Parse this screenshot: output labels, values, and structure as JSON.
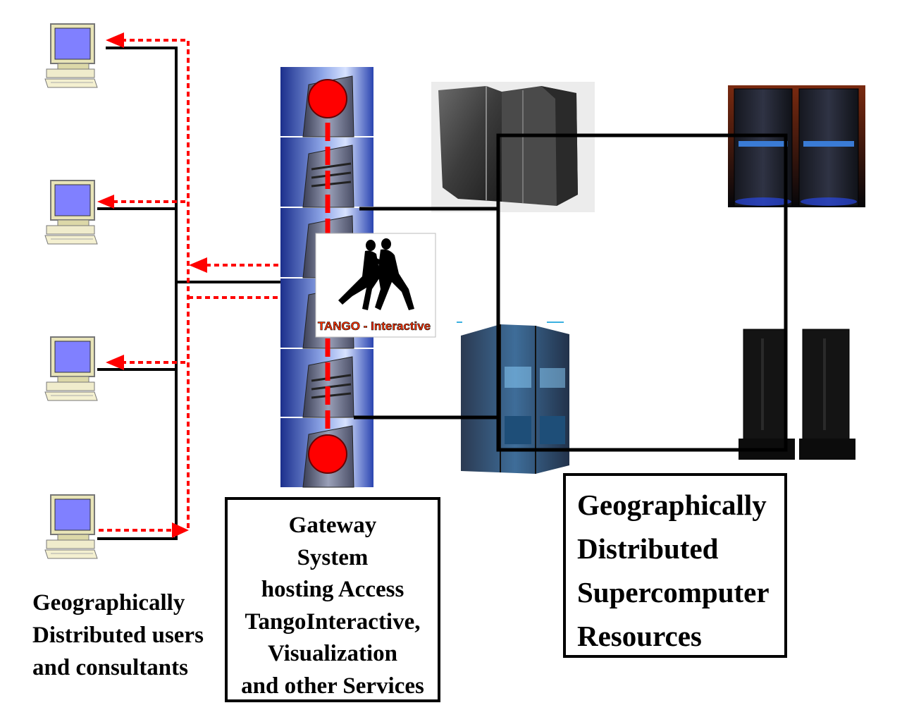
{
  "users_caption": {
    "lines": [
      "Geographically",
      "Distributed users",
      "and consultants"
    ]
  },
  "gateway_caption": {
    "lines": [
      "Gateway",
      "System",
      "hosting Access",
      "TangoInteractive,",
      "Visualization",
      "and other Services"
    ]
  },
  "resources_caption": {
    "lines": [
      "Geographically",
      "Distributed",
      "Supercomputer",
      "Resources"
    ]
  },
  "tango_logo_text": "TANGO - Interactive",
  "colors": {
    "monitor_screen": "#8080ff",
    "arrow": "#ff0000",
    "link": "#000000",
    "logo_text": "#ff3300"
  },
  "icons": [
    "workstation-icon",
    "gateway-server-icon",
    "tango-dancers-logo",
    "supercomputer-icon"
  ]
}
